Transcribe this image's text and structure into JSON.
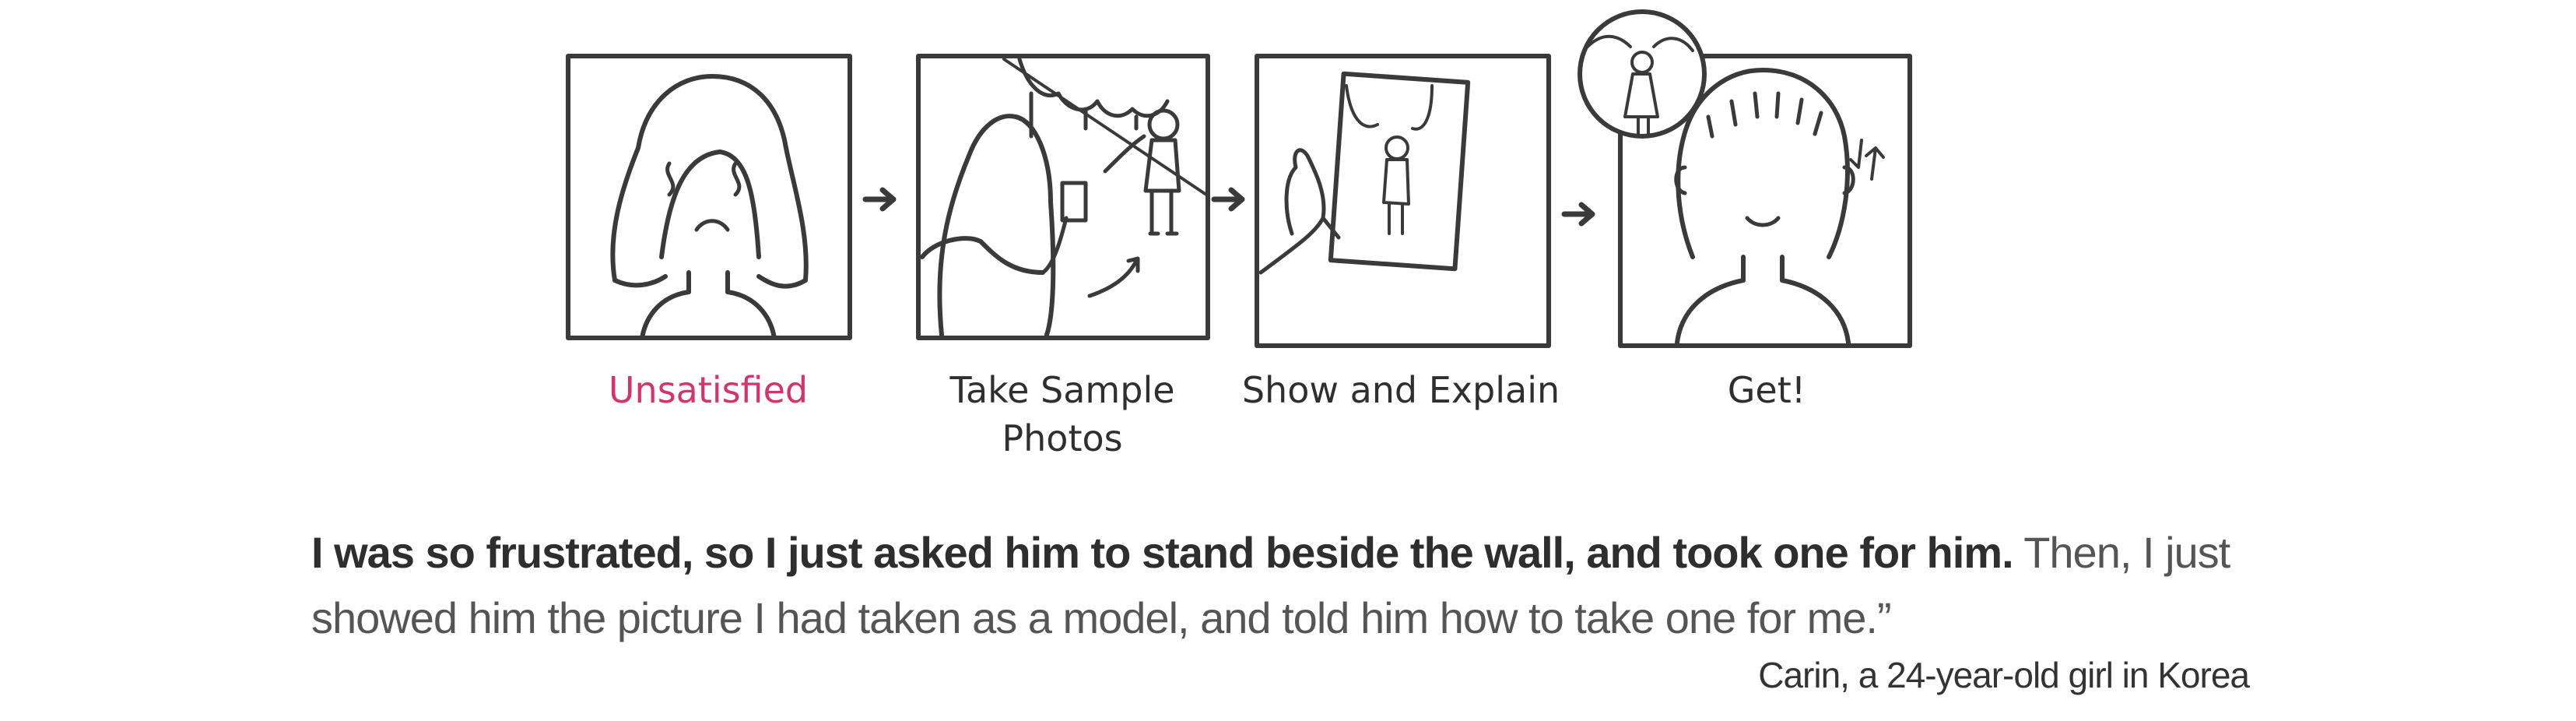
{
  "storyboard": {
    "panels": [
      {
        "caption": "Unsatisfied",
        "highlight": true,
        "icon": "sad-girl-icon"
      },
      {
        "caption": "Take Sample Photos",
        "caption_line1": "Take Sample",
        "caption_line2": "Photos",
        "highlight": false,
        "icon": "taking-photo-icon"
      },
      {
        "caption": "Show and Explain",
        "highlight": false,
        "icon": "showing-photo-icon"
      },
      {
        "caption": "Get!",
        "highlight": false,
        "icon": "happy-boy-icon"
      }
    ],
    "arrow_icon": "arrow-right-icon"
  },
  "quote": {
    "bold_text": "I was so frustrated, so I just asked him to stand beside the wall, and took one for him.",
    "rest_line1": "Then, I just",
    "rest_line2": "showed him the picture I had taken as a model, and told him how to take one for me.”"
  },
  "attribution": "Carin, a 24-year-old girl in Korea",
  "colors": {
    "highlight": "#d6336c",
    "stroke": "#3a3a3a",
    "text": "#2f2f2f"
  }
}
